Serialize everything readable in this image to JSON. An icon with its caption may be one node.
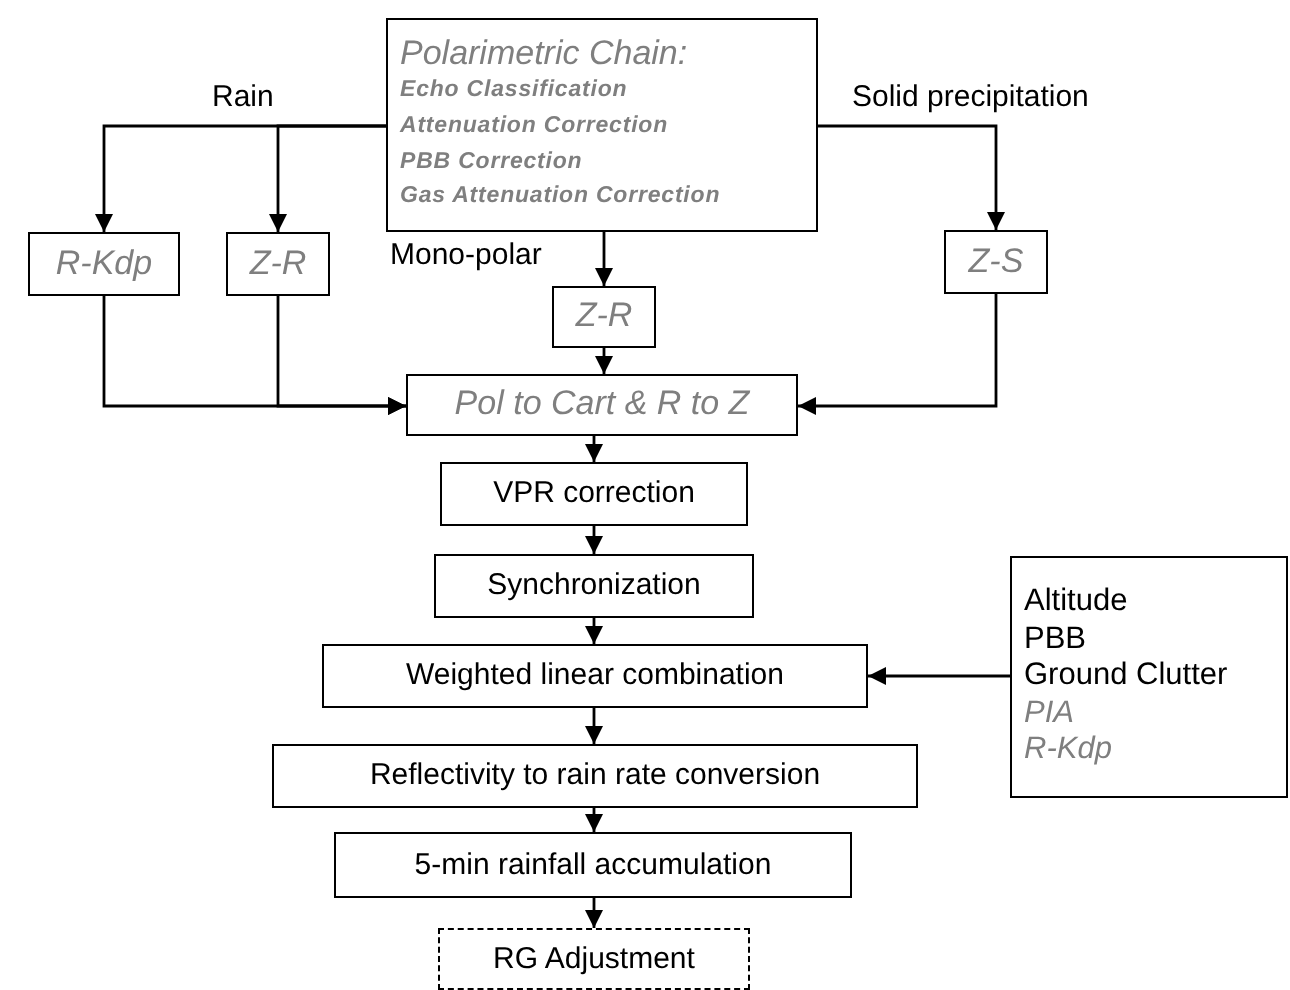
{
  "diagram": {
    "nodes": [
      {
        "text": [
          "Polarimetric Chain:",
          "Echo Classification",
          "Attenuation Correction",
          "PBB Correction",
          "Gas Attenuation Correction"
        ]
      },
      {
        "text": [
          "R-Kdp"
        ]
      },
      {
        "text": [
          "Z-R"
        ]
      },
      {
        "text": [
          "Z-S"
        ]
      },
      {
        "text": [
          "Z-R"
        ]
      },
      {
        "text": [
          "Pol to Cart & R to Z"
        ]
      },
      {
        "text": [
          "VPR correction"
        ]
      },
      {
        "text": [
          "Synchronization"
        ]
      },
      {
        "text": [
          "Weighted linear combination"
        ]
      },
      {
        "text": [
          "Reflectivity to rain rate conversion"
        ]
      },
      {
        "text": [
          "5-min rainfall accumulation"
        ]
      },
      {
        "text": [
          "RG Adjustment"
        ]
      },
      {
        "text": [
          "Altitude",
          "PBB",
          "Ground Clutter",
          "PIA",
          "R-Kdp"
        ]
      }
    ],
    "edges": [
      {
        "from": 0,
        "to": 1,
        "arrow": "to"
      },
      {
        "from": 0,
        "to": 2,
        "arrow": "to"
      },
      {
        "from": 0,
        "to": 3,
        "arrow": "to",
        "label": "Solid precipitation"
      },
      {
        "from": 0,
        "to": 4,
        "arrow": "to",
        "label": "Mono-polar"
      },
      {
        "from": 1,
        "to": 5,
        "arrow": "to"
      },
      {
        "from": 2,
        "to": 5,
        "arrow": "to"
      },
      {
        "from": 3,
        "to": 5,
        "arrow": "to"
      },
      {
        "from": 4,
        "to": 5,
        "arrow": "to"
      },
      {
        "from": 5,
        "to": 6,
        "arrow": "to"
      },
      {
        "from": 6,
        "to": 7,
        "arrow": "to"
      },
      {
        "from": 7,
        "to": 8,
        "arrow": "to"
      },
      {
        "from": 12,
        "to": 8,
        "arrow": "to"
      },
      {
        "from": 8,
        "to": 9,
        "arrow": "to"
      },
      {
        "from": 9,
        "to": 10,
        "arrow": "to"
      },
      {
        "from": 10,
        "to": 11,
        "arrow": "to"
      }
    ],
    "labels": [
      "Rain"
    ]
  }
}
